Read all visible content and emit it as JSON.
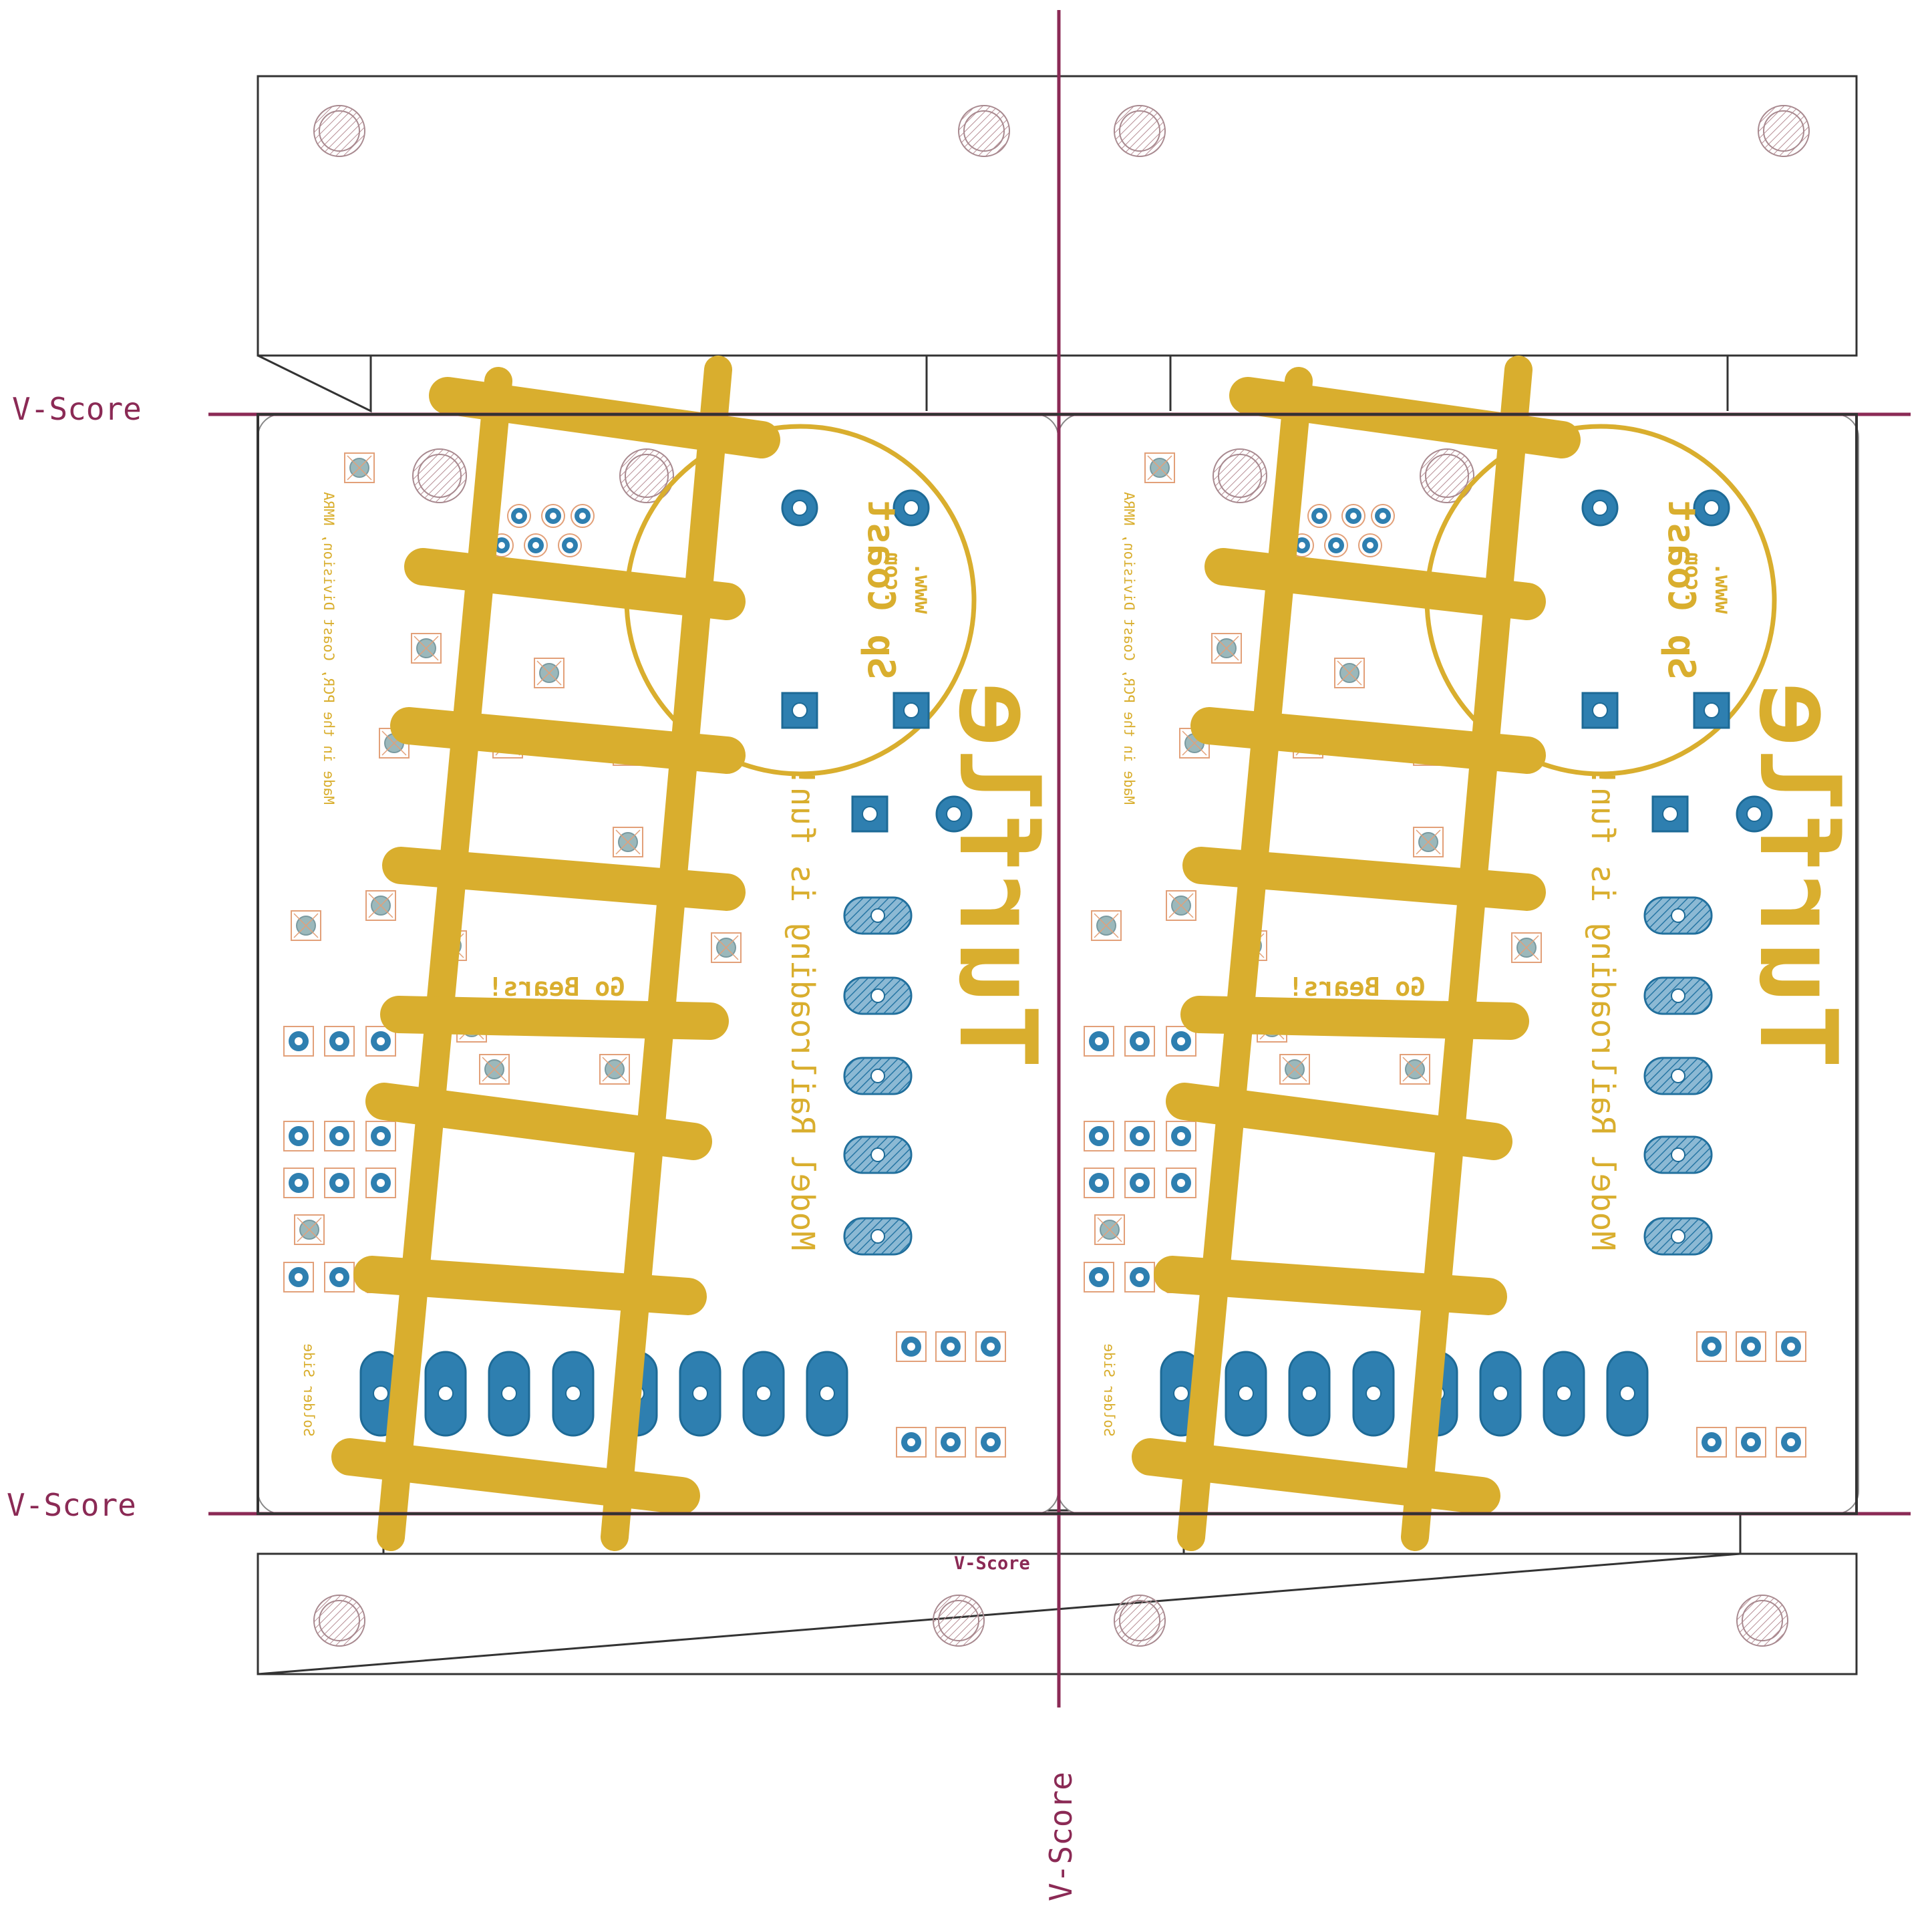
{
  "vscore_labels": {
    "left_top": "V-Score",
    "left_bottom": "V-Score",
    "bottom_small": "V-Score",
    "bottom_vertical": "V-Score"
  },
  "boards": [
    {
      "title": "Turfle",
      "slogan": "Model Railroading is fun!",
      "website_line1": "Sp Coast",
      "website_line2": ".com",
      "website_line3": "www.",
      "credit": "Made in the PCR, Coast Division, NMRA",
      "go_bears": "Go Bears!",
      "solder_side": "Solder Side"
    },
    {
      "title": "Turfle",
      "slogan": "Model Railroading is fun!",
      "website_line1": "Sp Coast",
      "website_line2": ".com",
      "website_line3": "www.",
      "credit": "Made in the PCR, Coast Division, NMRA",
      "go_bears": "Go Bears!",
      "solder_side": "Solder Side"
    }
  ],
  "colors": {
    "vscore": "#8b2a55",
    "outline": "#333333",
    "silk": "#d9ae2e",
    "copper": "#2e7fb0",
    "pad_outline": "#e2a079",
    "hole_hatch": "#a8898f"
  }
}
